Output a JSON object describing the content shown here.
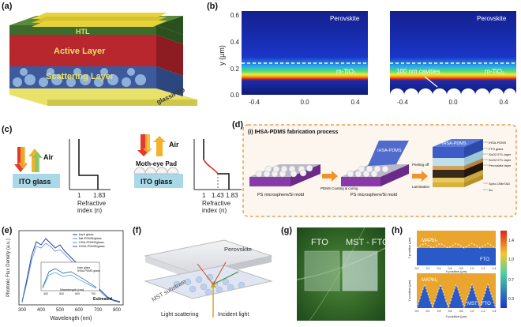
{
  "panel_labels": {
    "a": "(a)",
    "b": "(b)",
    "c": "(c)",
    "d": "(d)",
    "e": "(e)",
    "f": "(f)",
    "g": "(g)",
    "h": "(h)"
  },
  "panel_a": {
    "layers": [
      "HTL",
      "Active Layer",
      "Scattering Layer",
      "glass/FTO"
    ]
  },
  "panel_b": {
    "ylabel": "y (μm)",
    "yticks": [
      "0.0",
      "0.2",
      "0.4",
      "0.6"
    ],
    "xticks": [
      "-0.4",
      "0.0",
      "0.4"
    ],
    "left": {
      "top_label": "Perovskite",
      "bottom_label": "m-TiO₂"
    },
    "right": {
      "top_label": "Perovskite",
      "bottom_label": "m-TiO₂",
      "annotation": "100 nm cavities"
    }
  },
  "panel_c": {
    "left": {
      "air": "Air",
      "substrate": "ITO glass",
      "xticks": [
        "1",
        "1.83"
      ],
      "xlabel1": "Refractive",
      "xlabel2": "index (n)"
    },
    "right": {
      "air": "Air",
      "pad": "Moth-eye Pad",
      "substrate": "ITO glass",
      "xticks": [
        "1",
        "1.43",
        "1.83"
      ],
      "xlabel1": "Refractive",
      "xlabel2": "index (n)"
    }
  },
  "panel_d": {
    "title": "(i) IHSA-PDMS fabrication process",
    "mold": "PS microsphere/Si mold",
    "step1": "PDMS Coating & curing",
    "film_label": "IHSA-PDMS",
    "mold2": "PS microsphere/Si mold",
    "step2a": "Peeling off",
    "step2b": "Lamination",
    "device_label": "IHSA-PDMS",
    "stack": [
      "IHSA-PDMS",
      "FTO glass",
      "SnO2 ETL layer",
      "SnO2 ETL layer",
      "Perovskite layer",
      "Spiro-OMeTAD",
      "Au"
    ]
  },
  "panel_e": {
    "ylabel": "Photonic Flux Density (a.u.)",
    "xlabel": "Wavelength (nm)",
    "xticks": [
      "300",
      "400",
      "500",
      "600",
      "700",
      "800"
    ],
    "legend": [
      "bare glass",
      "flat-PDMS/glass",
      "HSA-PDMS/glass",
      "IHSA-PDMS/glass"
    ],
    "inset_legend": [
      "bare glass",
      "IHSA-PDMS glass"
    ],
    "inset_xlabel": "Wavelength (nm)",
    "inset_xticks": [
      "400",
      "500",
      "600",
      "700"
    ],
    "annotation": "Estimated"
  },
  "panel_f": {
    "top": "Perovskite",
    "bottom": "MST substrate",
    "light1": "Light scattering",
    "light2": "Incident light"
  },
  "panel_g": {
    "left": "FTO",
    "right": "MST - FTO"
  },
  "panel_h": {
    "top_left": "MAPbI₃",
    "top_right": "FTO",
    "bottom_left": "MAPbI₃",
    "bottom_right": "MST - FTO",
    "ylabel": "Y position (μm)",
    "xlabel": "X position (μm)",
    "colorbar": [
      "1.4",
      "1.0",
      "0.7",
      "0.3"
    ],
    "xticks": [
      "0.0",
      "0.2",
      "0.4",
      "0.6",
      "0.8",
      "1.0",
      "1.2",
      "1.4"
    ]
  },
  "colors": {
    "perovskite_red": "#b8262e",
    "htl_green": "#3d6b2c",
    "scatter_blue": "#3e5a9c",
    "orange_dash": "#e8892c"
  }
}
